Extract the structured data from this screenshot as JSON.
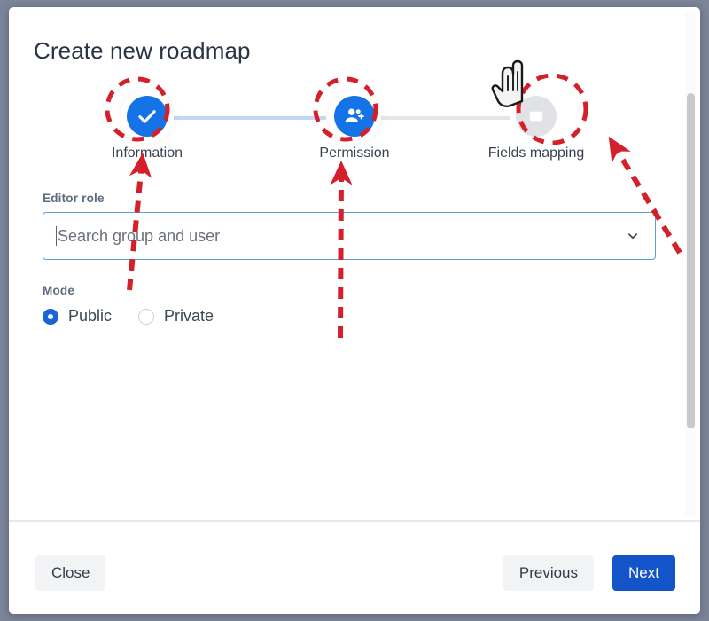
{
  "modal": {
    "title": "Create new roadmap"
  },
  "stepper": {
    "steps": [
      {
        "label": "Information",
        "icon": "check-icon",
        "state": "completed"
      },
      {
        "label": "Permission",
        "icon": "person-add-icon",
        "state": "active"
      },
      {
        "label": "Fields mapping",
        "icon": "card-icon",
        "state": "disabled"
      }
    ],
    "connector_done_color": "#bfd9f5",
    "connector_todo_color": "#e3e5e9",
    "active_color": "#1473e6",
    "disabled_color": "#e0e2e6"
  },
  "form": {
    "editor_role": {
      "label": "Editor role",
      "placeholder": "Search group and user",
      "value": "",
      "dropdown_icon": "chevron-down-icon",
      "focused": true,
      "focus_border_color": "#5d9cec"
    },
    "mode": {
      "label": "Mode",
      "selected": "Public",
      "options": [
        {
          "label": "Public",
          "selected": true
        },
        {
          "label": "Private",
          "selected": false
        }
      ],
      "selected_color": "#1a65d6"
    }
  },
  "scrollbar": {
    "orientation": "vertical",
    "thumb_color": "#c9c9cb"
  },
  "footer": {
    "close_label": "Close",
    "previous_label": "Previous",
    "next_label": "Next",
    "primary_color": "#1355c9",
    "secondary_color": "#f2f3f5"
  },
  "annotations": {
    "cursor": "pointing-hand-cursor",
    "highlight_color": "#d4202a",
    "highlights": [
      {
        "target": "Information"
      },
      {
        "target": "Permission"
      },
      {
        "target": "Fields mapping"
      }
    ],
    "arrows": [
      {
        "from": "Editor role area",
        "to": "Information step"
      },
      {
        "from": "below form",
        "to": "Permission step"
      },
      {
        "from": "right edge",
        "to": "Fields mapping step"
      }
    ]
  }
}
